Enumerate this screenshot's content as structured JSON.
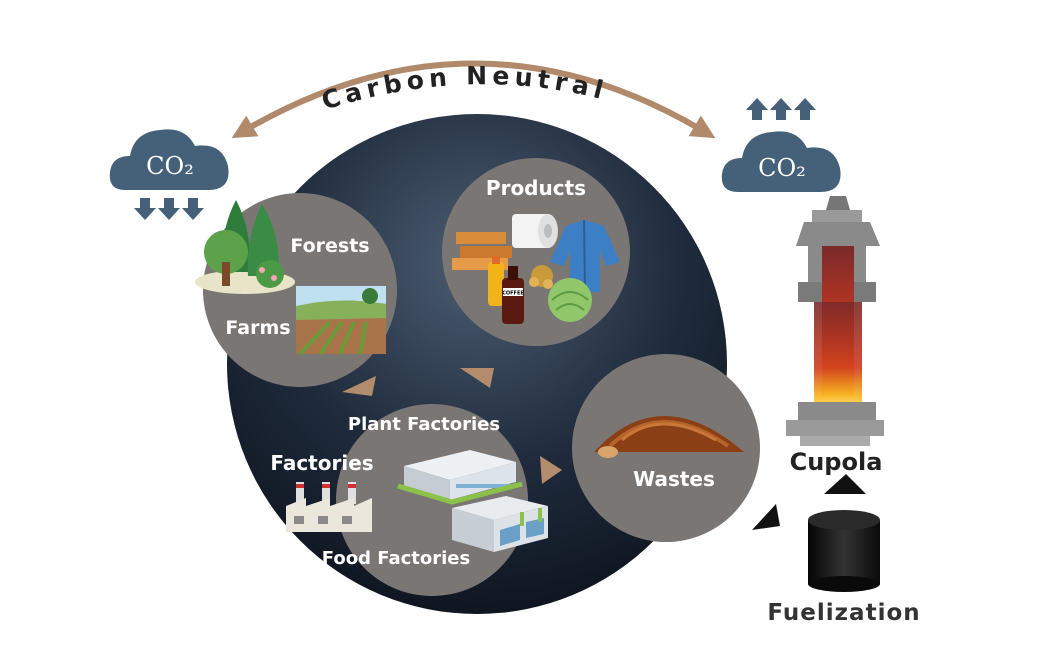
{
  "title_arc": "Carbon Neutral",
  "co2_left": "CO₂",
  "co2_right": "CO₂",
  "nodes": {
    "forests": "Forests",
    "farms": "Farms",
    "products": "Products",
    "plant_factories": "Plant Factories",
    "factories": "Factories",
    "food_factories": "Food Factories",
    "wastes": "Wastes",
    "cupola": "Cupola",
    "fuelization": "Fuelization"
  },
  "product_label": "COFFEE",
  "colors": {
    "arc": "#b08a6a",
    "cloud": "#45617a",
    "node_circle": "#7a7674",
    "flow_arrow": "#b38b6d",
    "big_circle_top": "#4a5a6e",
    "big_circle_bottom": "#0f1622",
    "text_dark": "#222222",
    "text_light": "#ffffff"
  }
}
